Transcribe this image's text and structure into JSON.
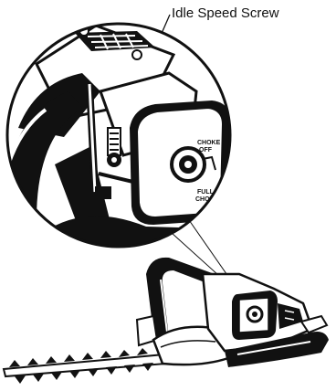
{
  "callouts": {
    "idle_speed_screw": "Idle Speed Screw"
  },
  "carburetor_markings": {
    "choke_off_line1": "CHOKE",
    "choke_off_line2": "OFF",
    "full_choke_line1": "FULL",
    "full_choke_line2": "CHOKE"
  },
  "colors": {
    "ink": "#111111",
    "paper": "#ffffff",
    "shade": "#2a2a2a"
  }
}
